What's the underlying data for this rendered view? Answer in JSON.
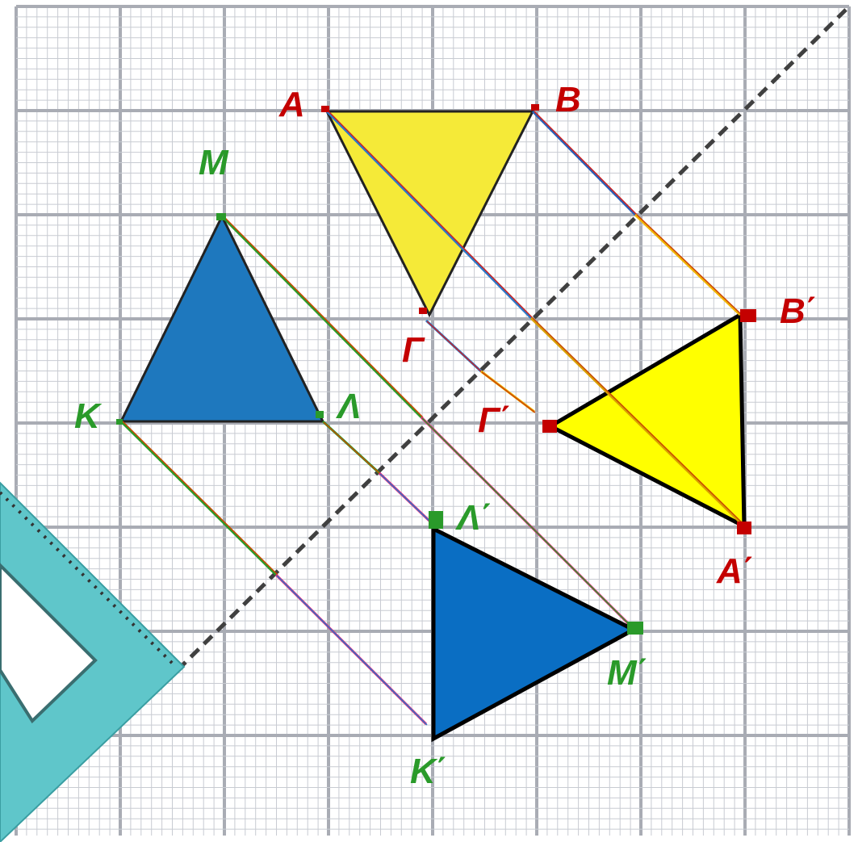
{
  "diagram": {
    "colors": {
      "grid_minor": "#c8cbd2",
      "grid_major": "#a9acb4",
      "axis": "#404040",
      "yellow_triangle": "#f5ea38",
      "yellow_image": "#ffff00",
      "blue_triangle": "#1e78be",
      "blue_image": "#0a6ec3",
      "red_label": "#c40000",
      "green_label": "#2a9a2a",
      "set_square": "#5fc6ca"
    },
    "labels": {
      "A": "A",
      "B": "B",
      "G": "Γ",
      "A_prime": "A΄",
      "B_prime": "B΄",
      "G_prime": "Γ΄",
      "K": "K",
      "L": "Λ",
      "M": "M",
      "K_prime": "K΄",
      "L_prime": "Λ΄",
      "M_prime": "M΄"
    },
    "icons": {
      "set_square": "set-square-ruler-icon"
    }
  }
}
